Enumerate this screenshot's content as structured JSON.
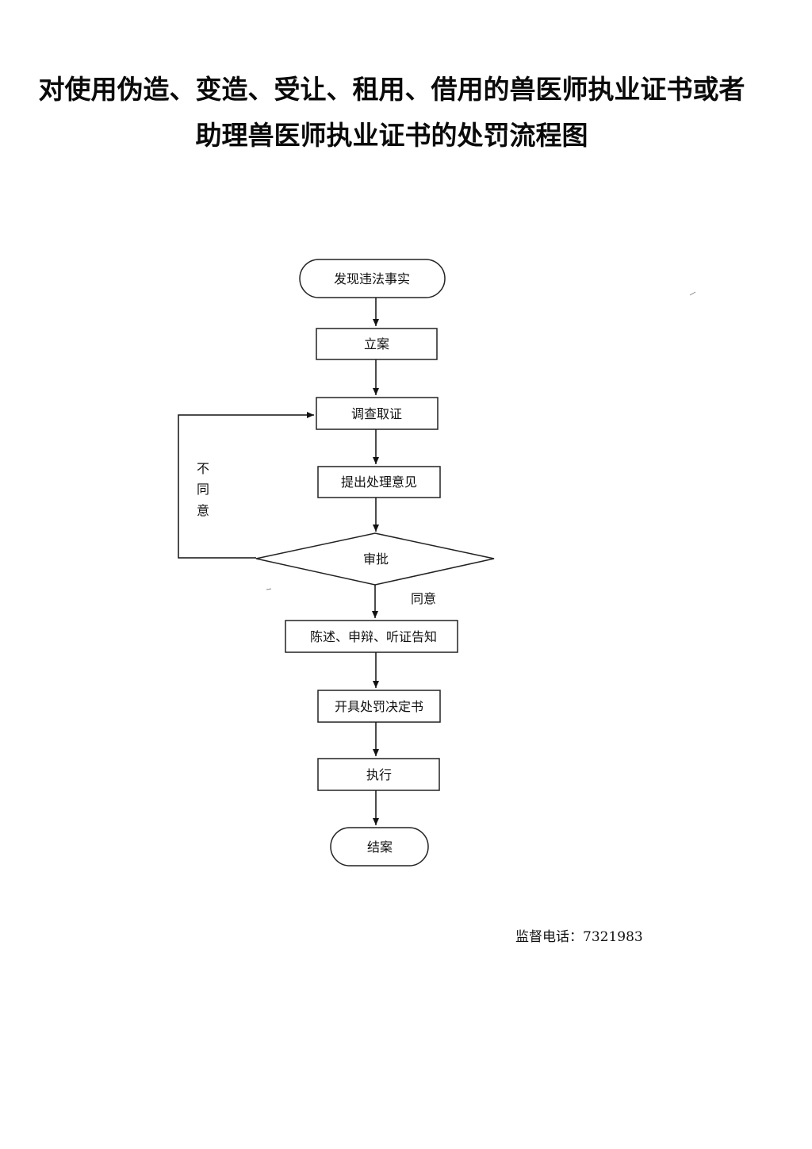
{
  "title": {
    "line1": "对使用伪造、变造、受让、租用、借用的兽医师执业证书或者",
    "line2": "助理兽医师执业证书的处罚流程图"
  },
  "nodes": {
    "start": "发现违法事实",
    "file_case": "立案",
    "investigate": "调查取证",
    "propose": "提出处理意见",
    "approve": "审批",
    "notify": "陈述、申辩、听证告知",
    "decision": "开具处罚决定书",
    "execute": "执行",
    "end": "结案"
  },
  "edge_labels": {
    "disagree_1": "不",
    "disagree_2": "同",
    "disagree_3": "意",
    "agree": "同意"
  },
  "footer": {
    "phone": "监督电话：7321983"
  }
}
